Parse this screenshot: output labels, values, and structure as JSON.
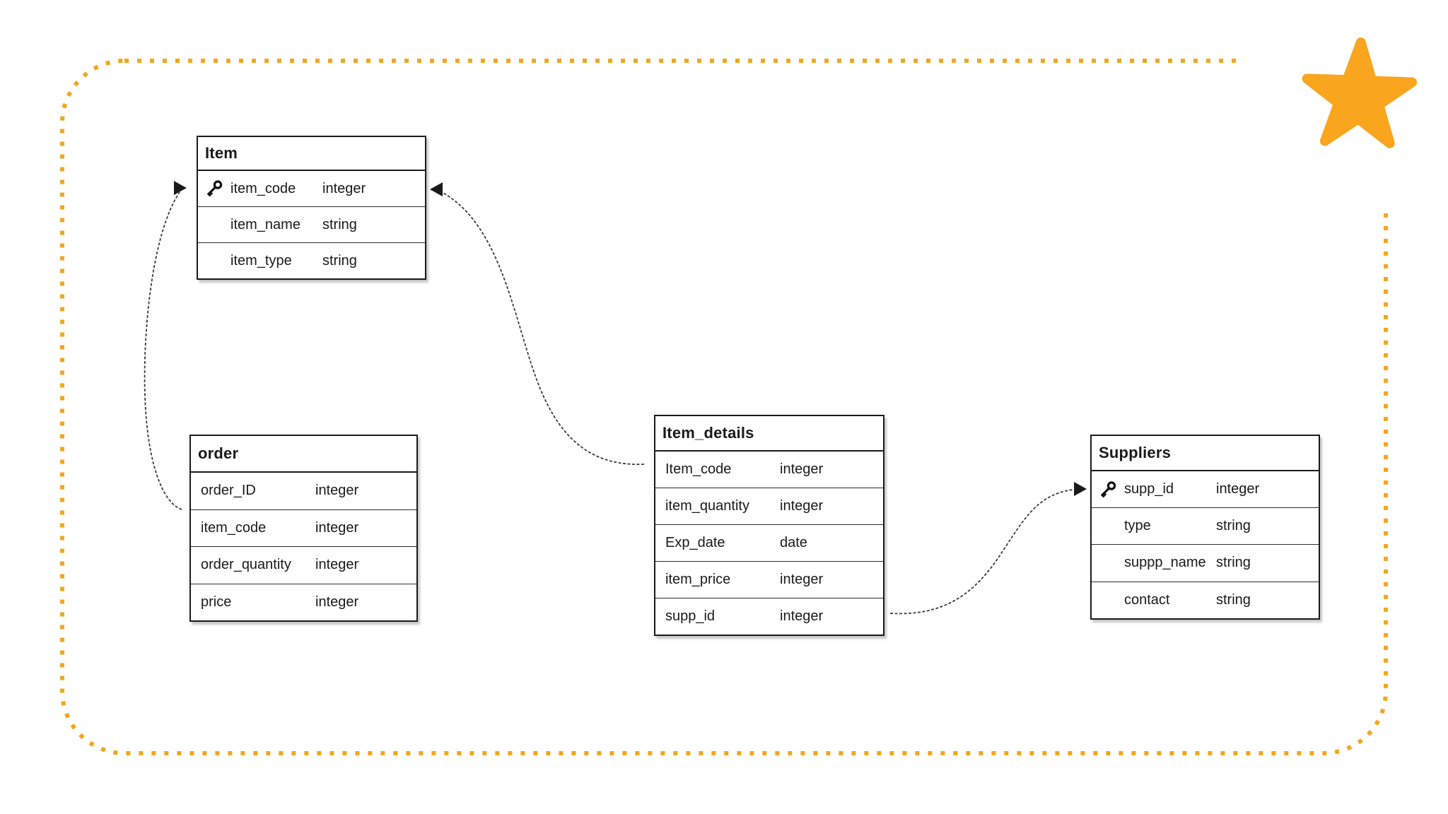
{
  "diagram_type": "entity-relationship",
  "colors": {
    "accent_star": "#F9A51E",
    "border_dots": "#F2A71E",
    "table_border": "#1a1a1a",
    "connector": "#3c3c3c",
    "arrow": "#1a1a1a",
    "text": "#1a1a1a"
  },
  "icons": {
    "key": "key-icon (primary key marker)",
    "star": "star-icon (amber badge, top right)"
  },
  "tables": [
    {
      "name": "Item",
      "fields": [
        {
          "name": "item_code",
          "type": "integer",
          "key": true
        },
        {
          "name": "item_name",
          "type": "string",
          "key": false
        },
        {
          "name": "item_type",
          "type": "string",
          "key": false
        }
      ]
    },
    {
      "name": "order",
      "fields": [
        {
          "name": "order_ID",
          "type": "integer",
          "key": false
        },
        {
          "name": "item_code",
          "type": "integer",
          "key": false
        },
        {
          "name": "order_quantity",
          "type": "integer",
          "key": false
        },
        {
          "name": "price",
          "type": "integer",
          "key": false
        }
      ]
    },
    {
      "name": "Item_details",
      "fields": [
        {
          "name": "Item_code",
          "type": "integer",
          "key": false
        },
        {
          "name": "item_quantity",
          "type": "integer",
          "key": false
        },
        {
          "name": "Exp_date",
          "type": "date",
          "key": false
        },
        {
          "name": "item_price",
          "type": "integer",
          "key": false
        },
        {
          "name": "supp_id",
          "type": "integer",
          "key": false
        }
      ]
    },
    {
      "name": "Suppliers",
      "fields": [
        {
          "name": "supp_id",
          "type": "integer",
          "key": true
        },
        {
          "name": "type",
          "type": "string",
          "key": false
        },
        {
          "name": "suppp_name",
          "type": "string",
          "key": false
        },
        {
          "name": "contact",
          "type": "string",
          "key": false
        }
      ]
    }
  ],
  "relationships": [
    {
      "from": "order.item_code",
      "to": "Item.item_code",
      "arrow_at": "Item (left side)",
      "style": "dashed curve"
    },
    {
      "from": "Item_details.Item_code",
      "to": "Item.item_code",
      "arrow_at": "Item (right side)",
      "style": "dashed curve"
    },
    {
      "from": "Item_details.supp_id",
      "to": "Suppliers.supp_id",
      "arrow_at": "Suppliers (left side)",
      "style": "dashed curve"
    }
  ]
}
